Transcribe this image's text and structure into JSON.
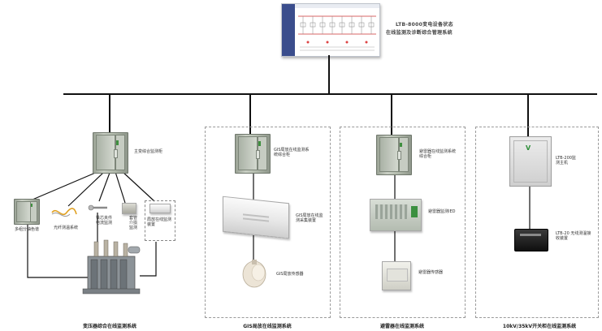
{
  "system": {
    "title_line1": "LTB-8000变电设备状态",
    "title_line2": "在线监测及诊断综合管理系统"
  },
  "branches": {
    "transformer": {
      "cabinet_label": "主变综合监测柜",
      "sensors": [
        {
          "label": "多组分油色谱"
        },
        {
          "label": "光纤测温系统"
        },
        {
          "label": "铁芯夹件电流监测"
        },
        {
          "label": "套管介损监测"
        },
        {
          "label": "局放在线监测装置"
        }
      ],
      "caption": "变压器综合在线监测系统"
    },
    "gis": {
      "cabinet_label": "GIS局放在线监测系统综合柜",
      "unit_label": "GIS局放在线监测采集装置",
      "sensor_label": "GIS局放传感器",
      "caption": "GIS局放在线监测系统"
    },
    "arrester": {
      "cabinet_label": "避雷器在线监测系统综合柜",
      "unit_label": "避雷器监测IED",
      "sensor_label": "避雷器传感器",
      "caption": "避雷器在线监测系统"
    },
    "switchgear": {
      "cabinet_label": "LTB-200监测主机",
      "unit_label": "LTB-20 无线测温接收装置",
      "caption": "10kV/35kV开关柜在线监测系统"
    }
  }
}
